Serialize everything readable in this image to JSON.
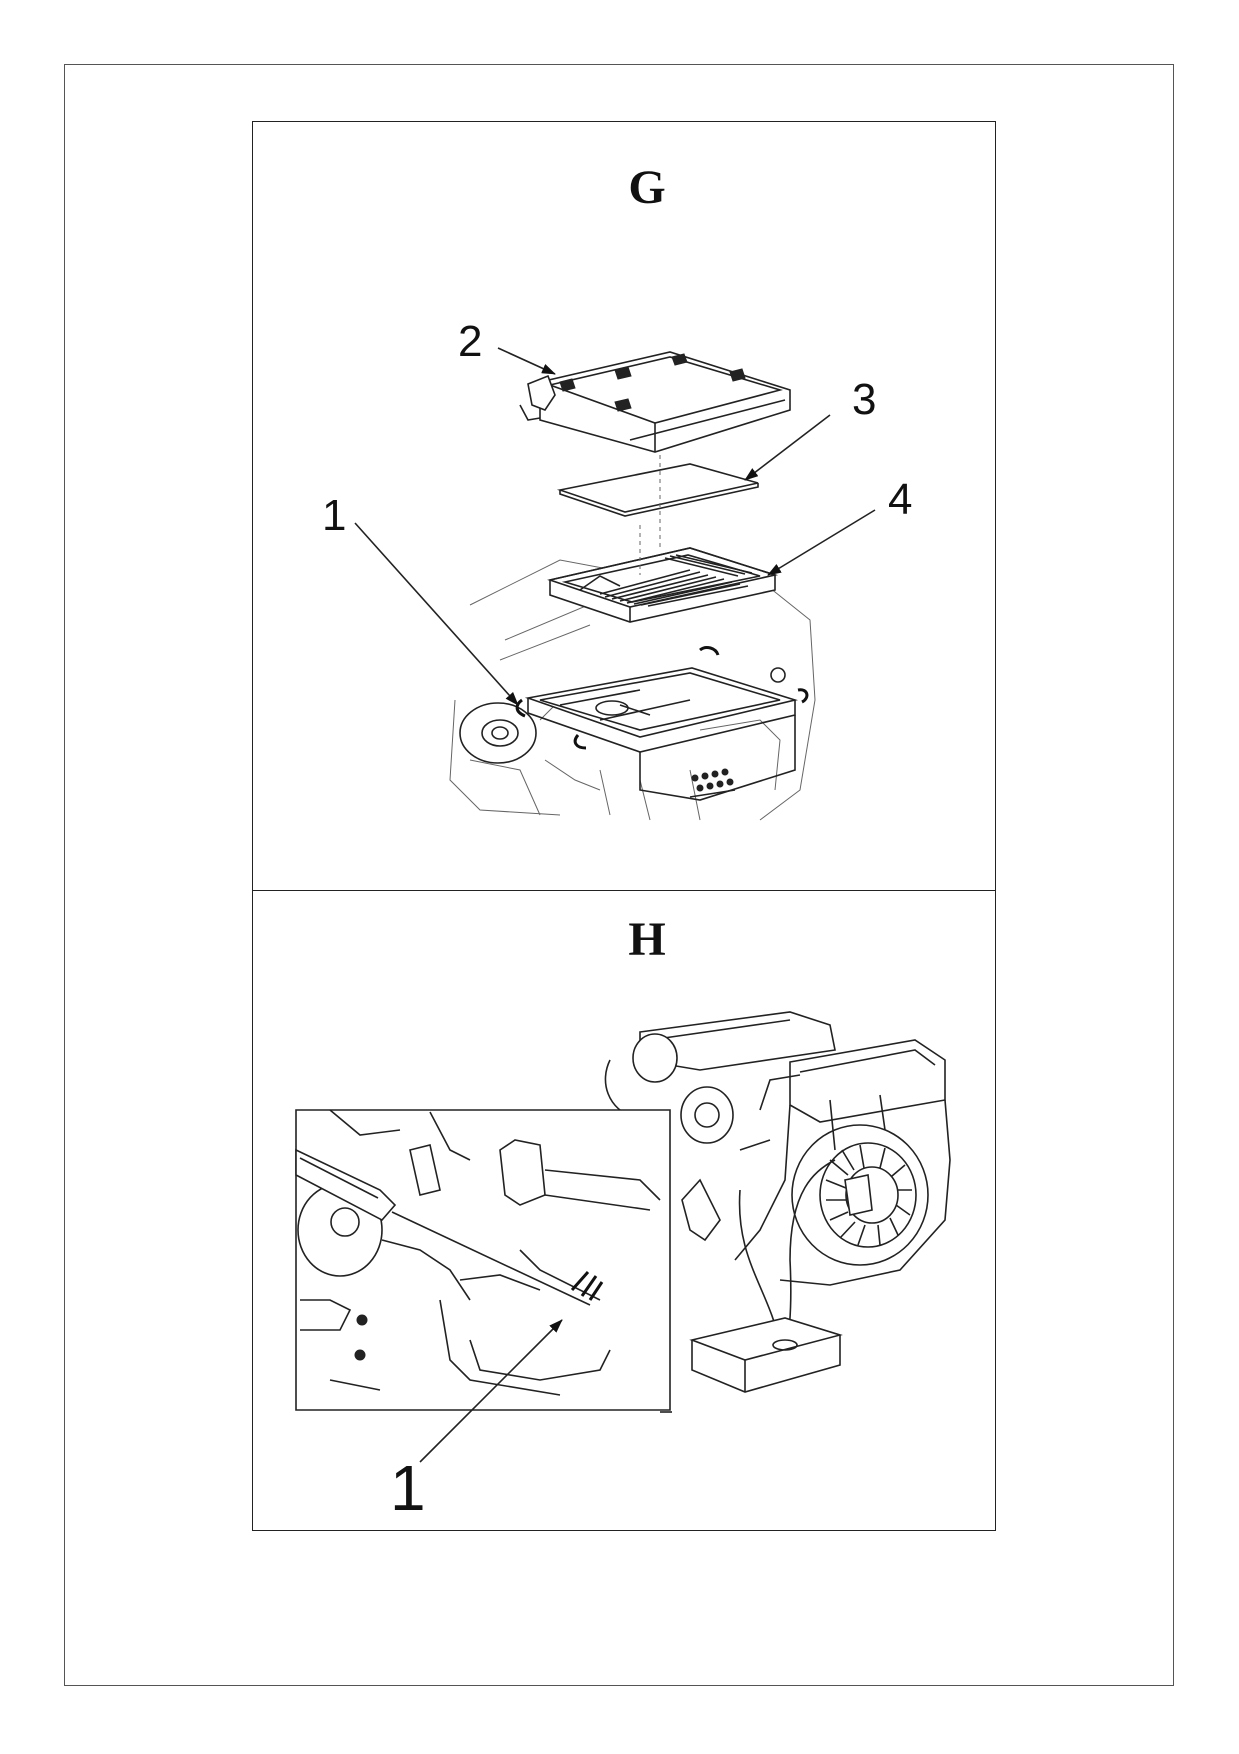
{
  "figure": {
    "panel_g": {
      "letter": "G",
      "callouts": {
        "c1": "1",
        "c2": "2",
        "c3": "3",
        "c4": "4"
      }
    },
    "panel_h": {
      "letter": "H",
      "callouts": {
        "c1": "1"
      }
    }
  },
  "colors": {
    "line": "#222222",
    "paper": "#ffffff",
    "border": "#555555"
  }
}
